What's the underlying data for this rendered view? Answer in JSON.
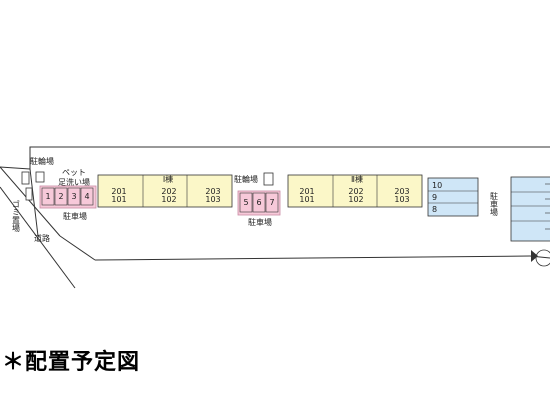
{
  "title": "＊配置予定図",
  "labels": {
    "bicycle_parking_left": "駐輪場",
    "pet_foot_wash": "ペット",
    "pet_foot_wash_2": "足洗い場",
    "garbage_area": "ゴミ置場",
    "parking_left": "駐車場",
    "road": "道路",
    "bicycle_parking_mid": "駐輪場",
    "parking_mid": "駐車場",
    "parking_right": "駐車場"
  },
  "building_1": {
    "name": "Ⅰ棟",
    "units": [
      {
        "upper": "201",
        "lower": "101"
      },
      {
        "upper": "202",
        "lower": "102"
      },
      {
        "upper": "203",
        "lower": "103"
      }
    ]
  },
  "building_2": {
    "name": "Ⅱ棟",
    "units": [
      {
        "upper": "201",
        "lower": "101"
      },
      {
        "upper": "202",
        "lower": "102"
      },
      {
        "upper": "203",
        "lower": "103"
      }
    ]
  },
  "parking_spaces_left": [
    "1",
    "2",
    "3",
    "4"
  ],
  "parking_spaces_mid": [
    "5",
    "6",
    "7"
  ],
  "parking_spaces_right": [
    "10",
    "9",
    "8"
  ],
  "colors": {
    "building_fill": "#fbf7c8",
    "parking_pink": "#f7c9d9",
    "parking_blue": "#cfe6f7",
    "line": "#333333"
  }
}
